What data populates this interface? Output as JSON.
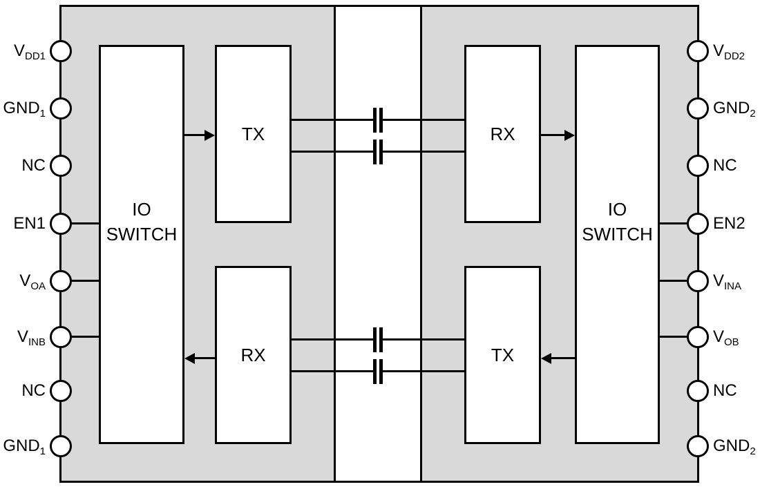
{
  "diagram": {
    "title": "dual-channel capacitive isolator block diagram",
    "blocks": {
      "io_switch_left": {
        "lines": [
          "IO",
          "SWITCH"
        ]
      },
      "tx_left": {
        "label": "TX"
      },
      "rx_left": {
        "label": "RX"
      },
      "rx_right": {
        "label": "RX"
      },
      "tx_right": {
        "label": "TX"
      },
      "io_switch_right": {
        "lines": [
          "IO",
          "SWITCH"
        ]
      }
    },
    "pins": {
      "left": [
        {
          "base": "V",
          "sub": "DD1"
        },
        {
          "base": "GND",
          "sub": "1"
        },
        {
          "base": "NC",
          "sub": ""
        },
        {
          "base": "EN1",
          "sub": ""
        },
        {
          "base": "V",
          "sub": "OA"
        },
        {
          "base": "V",
          "sub": "INB"
        },
        {
          "base": "NC",
          "sub": ""
        },
        {
          "base": "GND",
          "sub": "1"
        }
      ],
      "right": [
        {
          "base": "V",
          "sub": "DD2"
        },
        {
          "base": "GND",
          "sub": "2"
        },
        {
          "base": "NC",
          "sub": ""
        },
        {
          "base": "EN2",
          "sub": ""
        },
        {
          "base": "V",
          "sub": "INA"
        },
        {
          "base": "V",
          "sub": "OB"
        },
        {
          "base": "NC",
          "sub": ""
        },
        {
          "base": "GND",
          "sub": "2"
        }
      ]
    },
    "colors": {
      "die_fill": "#d9d9d9",
      "line": "#000000",
      "block_fill": "#ffffff",
      "background": "#ffffff"
    }
  }
}
